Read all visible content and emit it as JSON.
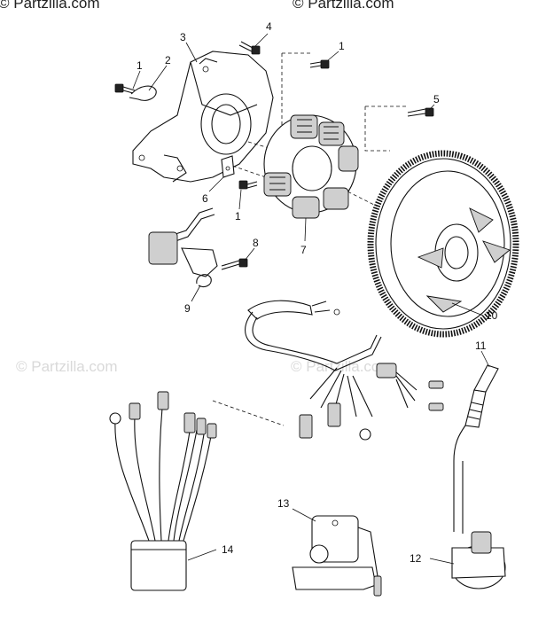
{
  "watermarks": {
    "top_left": "© Partzilla.com",
    "top_right": "© Partzilla.com",
    "mid_left": "© Partzilla.com",
    "mid_right": "© Partzilla.com"
  },
  "callouts": {
    "c1a": "1",
    "c1b": "1",
    "c1c": "1",
    "c2": "2",
    "c3": "3",
    "c4": "4",
    "c5": "5",
    "c6": "6",
    "c7": "7",
    "c8": "8",
    "c9": "9",
    "c10": "10",
    "c11": "11",
    "c12": "12",
    "c13": "13",
    "c14": "14"
  }
}
